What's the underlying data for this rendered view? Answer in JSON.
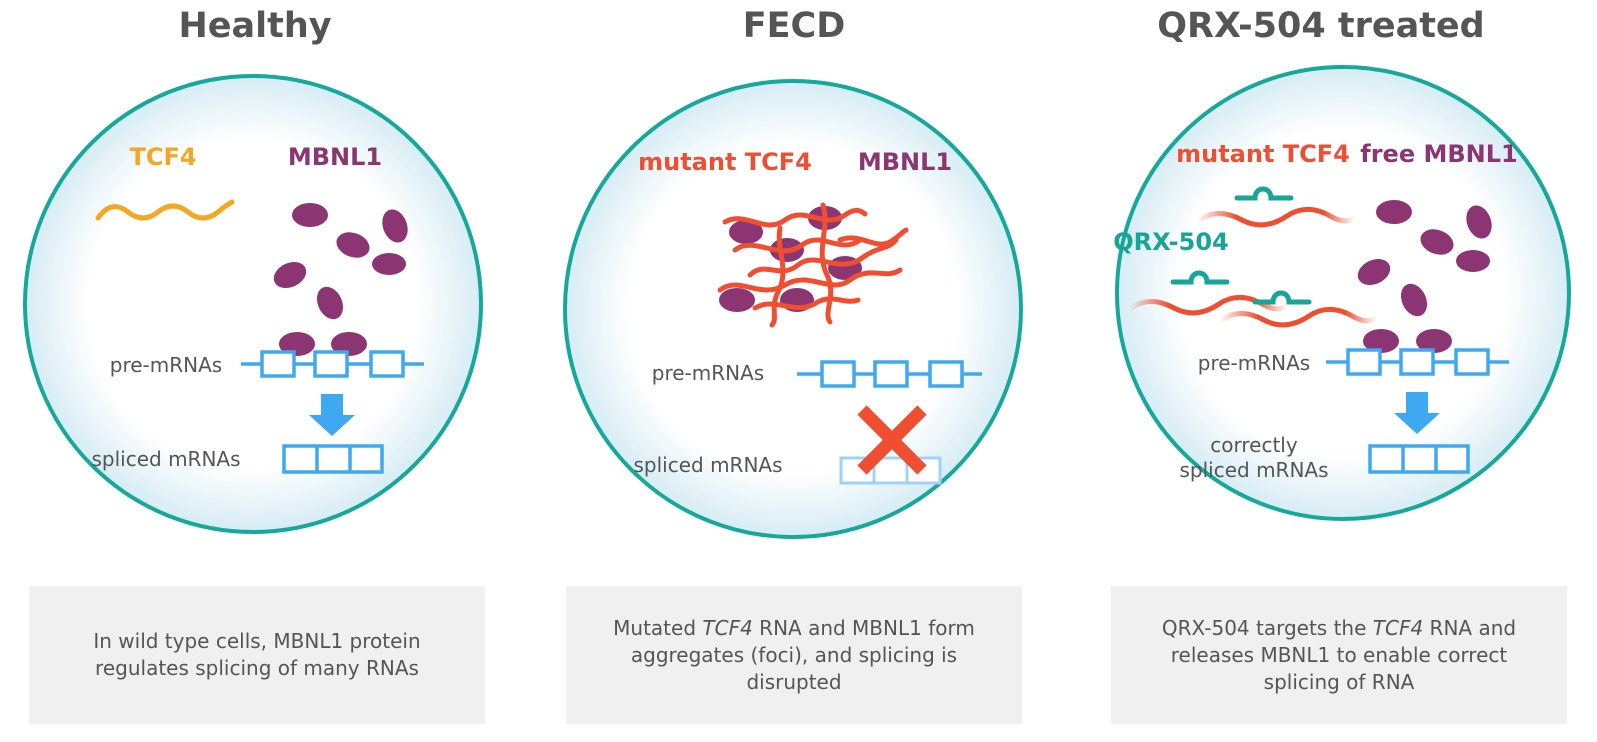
{
  "panels": [
    {
      "title": "Healthy",
      "rna_label": "TCF4",
      "protein_label": "MBNL1",
      "pre_label": "pre-mRNAs",
      "spliced_label": "spliced mRNAs",
      "caption": "In wild type cells, MBNL1 protein regulates splicing of many RNAs"
    },
    {
      "title": "FECD",
      "rna_label": "mutant TCF4",
      "protein_label": "MBNL1",
      "pre_label": "pre-mRNAs",
      "spliced_label": "spliced mRNAs",
      "caption_parts": [
        "Mutated ",
        "TCF4",
        " RNA and MBNL1 form aggregates (foci), and splicing is disrupted"
      ]
    },
    {
      "title": "QRX-504 treated",
      "rna_label": "mutant TCF4",
      "protein_label": "free MBNL1",
      "drug_label": "QRX-504",
      "pre_label": "pre-mRNAs",
      "spliced_label_1": "correctly",
      "spliced_label_2": "spliced mRNAs",
      "caption_parts": [
        "QRX-504 targets the ",
        "TCF4",
        " RNA and releases MBNL1 to enable correct splicing of RNA"
      ]
    }
  ],
  "colors": {
    "cell_border": "#15a89b",
    "cell_fill_edge": "#d9eef6",
    "tcf4_healthy": "#f5a623",
    "mutant_rna": "#f04e31",
    "mbnl1": "#8b3572",
    "mrna_box": "#3ea8f0",
    "drug": "#16a596",
    "text": "#555555"
  }
}
